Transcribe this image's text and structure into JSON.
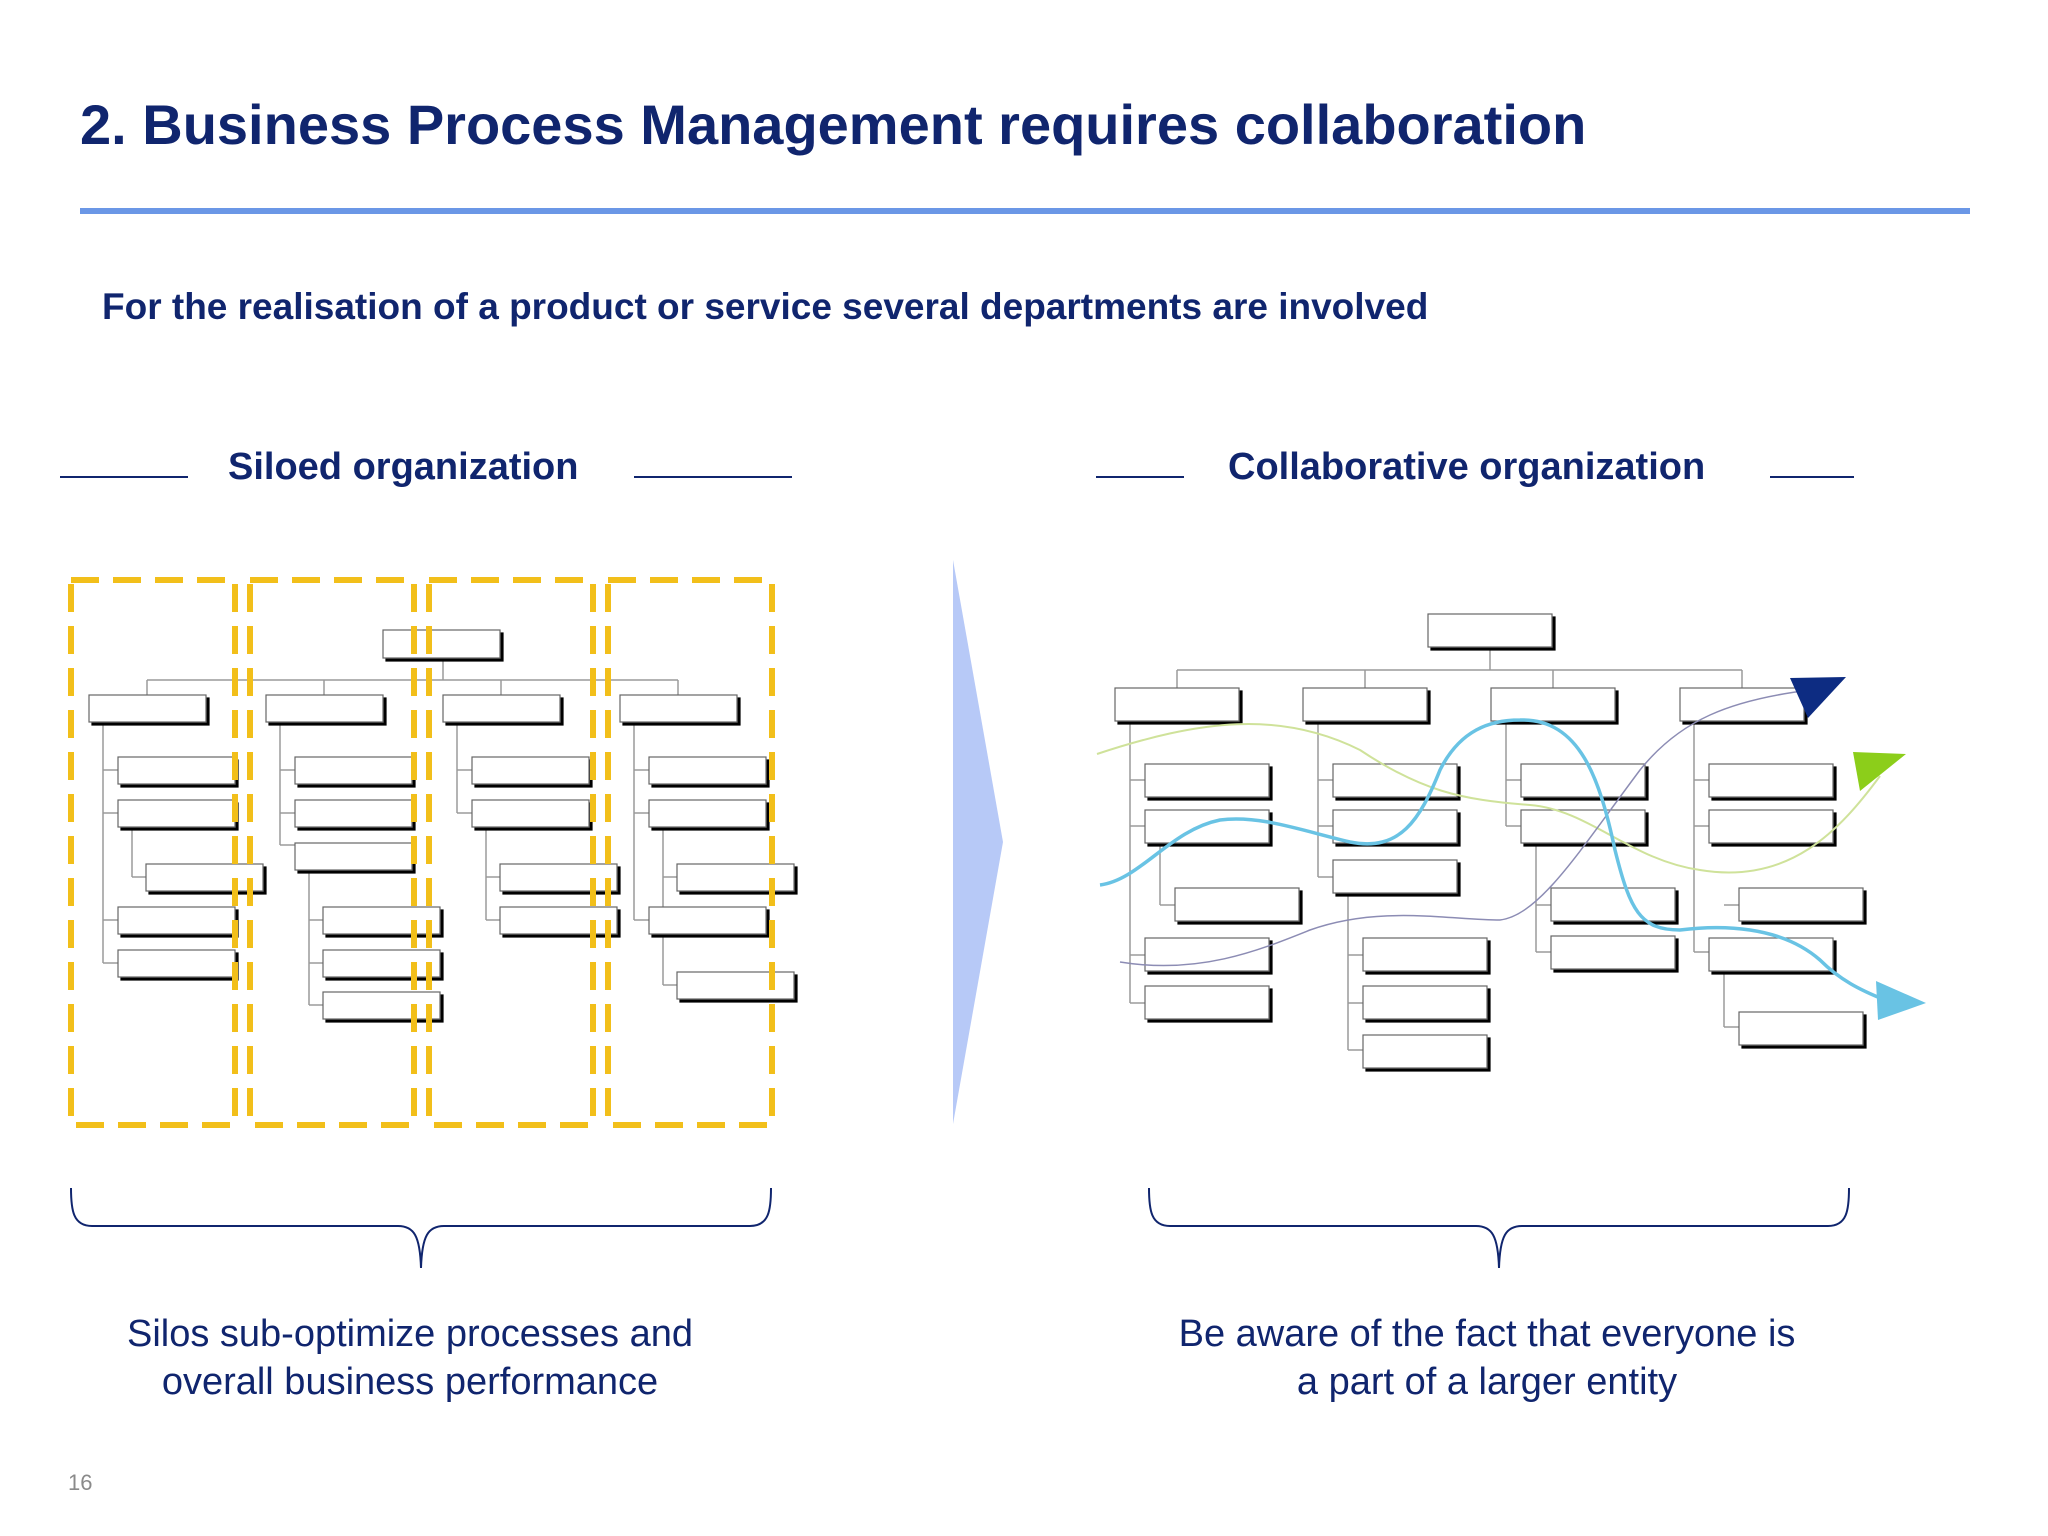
{
  "slide": {
    "title": "2. Business Process Management requires collaboration",
    "subtitle": "For the realisation of a product or service several departments are involved",
    "page_number": "16"
  },
  "siloed": {
    "heading": "Siloed organization",
    "caption_line1": "Silos sub-optimize processes and",
    "caption_line2": "overall business performance",
    "silo_border_color": "#f2bf1a"
  },
  "collaborative": {
    "heading": "Collaborative organization",
    "caption_line1": "Be aware of the fact that everyone is",
    "caption_line2": "a part of a larger entity",
    "flow_colors": {
      "dark_blue": "#0d2c82",
      "green": "#8cce1a",
      "light_blue": "#69c3e4",
      "purple": "#8c8cb4"
    }
  },
  "colors": {
    "accent_rule": "#6b97e6",
    "text_navy": "#10256e",
    "transition_arrow": "#b7c9f7"
  }
}
